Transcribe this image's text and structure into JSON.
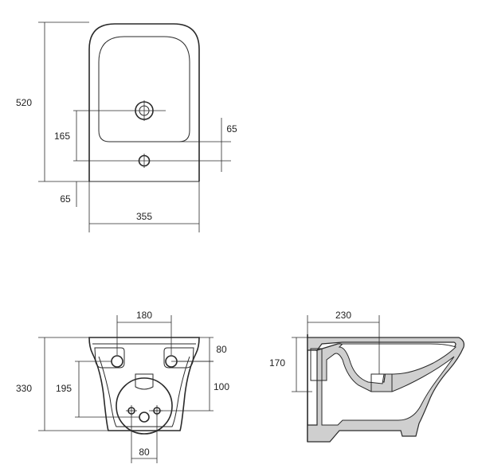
{
  "top_view": {
    "height_label": "520",
    "hole_offset_label": "165",
    "hole_spacing_label": "65",
    "bottom_offset_label": "65",
    "width_label": "355"
  },
  "rear_view": {
    "bolt_spacing_top_label": "180",
    "height_label": "330",
    "mount_height_label": "195",
    "top_offset_label": "80",
    "inlet_height_label": "100",
    "bolt_spacing_bottom_label": "80"
  },
  "side_view": {
    "depth_label": "230",
    "height_label": "170"
  }
}
